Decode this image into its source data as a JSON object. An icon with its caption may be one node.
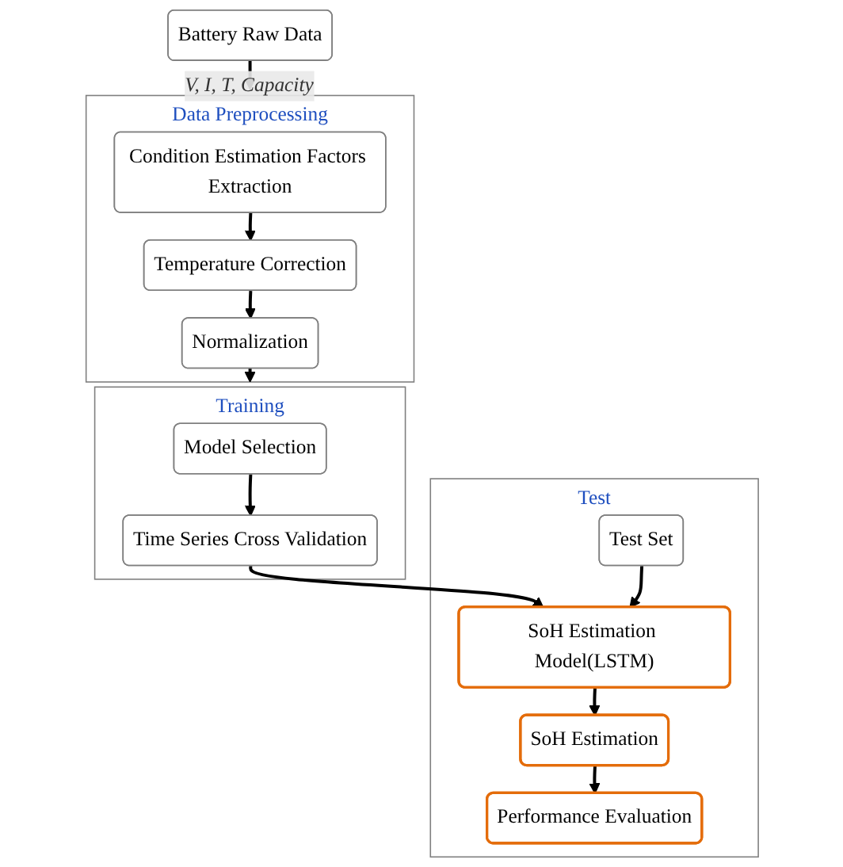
{
  "diagram": {
    "nodes": [
      {
        "text": [
          "Battery Raw Data"
        ]
      },
      {
        "text": [
          "Data Preprocessing"
        ]
      },
      {
        "text": [
          "Condition Estimation Factors Extraction"
        ],
        "in": 1
      },
      {
        "text": [
          "Temperature Correction"
        ],
        "in": 1
      },
      {
        "text": [
          "Normalization"
        ],
        "in": 1
      },
      {
        "text": [
          "Training"
        ]
      },
      {
        "text": [
          "Model Selection"
        ],
        "in": 5
      },
      {
        "text": [
          "Time Series Cross Validation"
        ],
        "in": 5
      },
      {
        "text": [
          "Test"
        ]
      },
      {
        "text": [
          "SoH Estimation Model(LSTM)"
        ],
        "in": 8
      },
      {
        "text": [
          "Test Set"
        ],
        "in": 8
      },
      {
        "text": [
          "SoH Estimation"
        ],
        "in": 8
      },
      {
        "text": [
          "Performance Evaluation"
        ],
        "in": 8
      }
    ],
    "edges": [
      {
        "from": 0,
        "to": 1,
        "arrow": "to",
        "label": "V, I, T, Capacity"
      },
      {
        "from": 2,
        "to": 3,
        "arrow": "to"
      },
      {
        "from": 3,
        "to": 4,
        "arrow": "to"
      },
      {
        "from": 4,
        "to": 5,
        "arrow": "to"
      },
      {
        "from": 6,
        "to": 7,
        "arrow": "to"
      },
      {
        "from": 7,
        "to": 9,
        "arrow": "to"
      },
      {
        "from": 10,
        "to": 9,
        "arrow": "to"
      },
      {
        "from": 9,
        "to": 11,
        "arrow": "to"
      },
      {
        "from": 11,
        "to": 12,
        "arrow": "to"
      }
    ]
  }
}
